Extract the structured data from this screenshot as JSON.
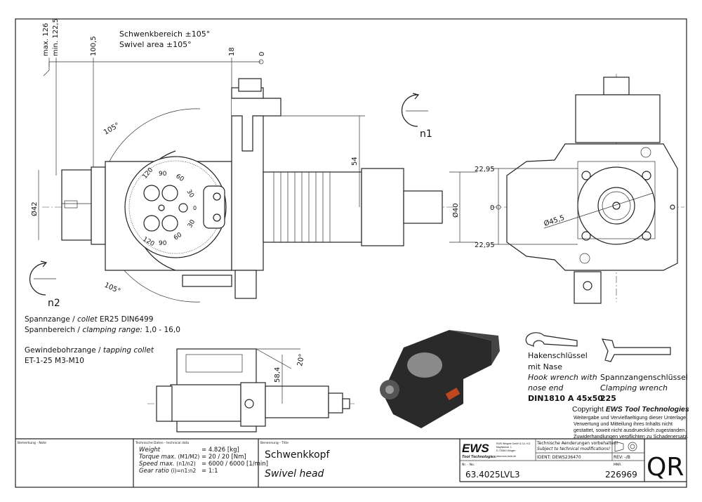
{
  "dimensions": {
    "max_126": "max. 126",
    "min_122_5": "min. 122,5",
    "d100_5": "100,5",
    "d18": "18",
    "d0_top": "0",
    "d54": "54",
    "d42": "Ø42",
    "d40": "Ø40",
    "angle_top": "105°",
    "angle_bottom": "105°",
    "d22_95_top": "22,95",
    "d0_right": "0",
    "d22_95_bottom": "22,95",
    "d45_5": "Ø45,5",
    "d58_4": "58,4",
    "angle_20": "20°",
    "rotation_n1": "n1",
    "rotation_n2": "n2"
  },
  "dial_labels": [
    "120",
    "90",
    "60",
    "30",
    "0",
    "30",
    "60",
    "90",
    "120"
  ],
  "swivel": {
    "de": "Schwenkbereich ±105°",
    "en": "Swivel area ±105°"
  },
  "collet_info": {
    "line1_de": "Spannzange /",
    "line1_en": "collet",
    "line1_value": "ER25    DIN6499",
    "line2_de": "Spannbereich /",
    "line2_en": "clamping range:",
    "line2_value": "1,0 - 16,0",
    "line3_de": "Gewindebohrzange /",
    "line3_en": "tapping collet",
    "line4": "ET-1-25   M3-M10"
  },
  "wrenches": {
    "hook_de1": "Hakenschlüssel",
    "hook_de2": "mit Nase",
    "hook_en1": "Hook wrench with",
    "hook_en2": "nose end",
    "hook_spec": "DIN1810 A 45x50",
    "clamp_de": "Spannzangenschlüssel",
    "clamp_en": "Clamping wrench",
    "clamp_spec": "225"
  },
  "copyright": {
    "prefix": "Copyright",
    "brand": "EWS Tool Technologies",
    "lines": [
      "Weitergabe und Vervielfaeltigung dieser Unterlage,",
      "Verwertung und Mitteilung ihres Inhalts nicht",
      "gestattet, soweit nicht ausdruecklich zugestanden.",
      "Zuwiderhandlungen verpflichten zu Schadenersatz."
    ]
  },
  "title_block": {
    "note_label": "Bemerkung - Note",
    "tech_label": "Technische Daten - technical data",
    "tech_rows": [
      {
        "label": "Weight",
        "sub": "",
        "value": "=   4.826 [kg]"
      },
      {
        "label": "Torque max.",
        "sub": "(M1/M2)",
        "value": "=   20 / 20 [Nm]"
      },
      {
        "label": "Speed max.",
        "sub": "(n1/n2)",
        "value": "=   6000 / 6000 [1/min]"
      },
      {
        "label": "Gear ratio",
        "sub": "(i)=n1:n2",
        "value": "=   1:1"
      }
    ],
    "title_label": "Benennung - Title",
    "title_de": "Schwenkkopf",
    "title_en": "Swivel head",
    "logo_text": "EWS",
    "logo_sub": "Tool Technologies",
    "address": [
      "EWS Weigele GmbH & Co. KG",
      "Maybachstr. 1",
      "D-73066 Uhingen",
      "www.ews-tools.de"
    ],
    "changes_de": "Technische Aenderungen vorbehalten!",
    "changes_en": "Subject to technical modifications!",
    "ident": "IDENT:  DEWS236470",
    "rev": "REV:  -/B",
    "nr_label": "Nr. - No.",
    "nr": "63.4025LVL3",
    "mnr_label": "MNR.",
    "mnr": "226969",
    "qr": "QR"
  }
}
